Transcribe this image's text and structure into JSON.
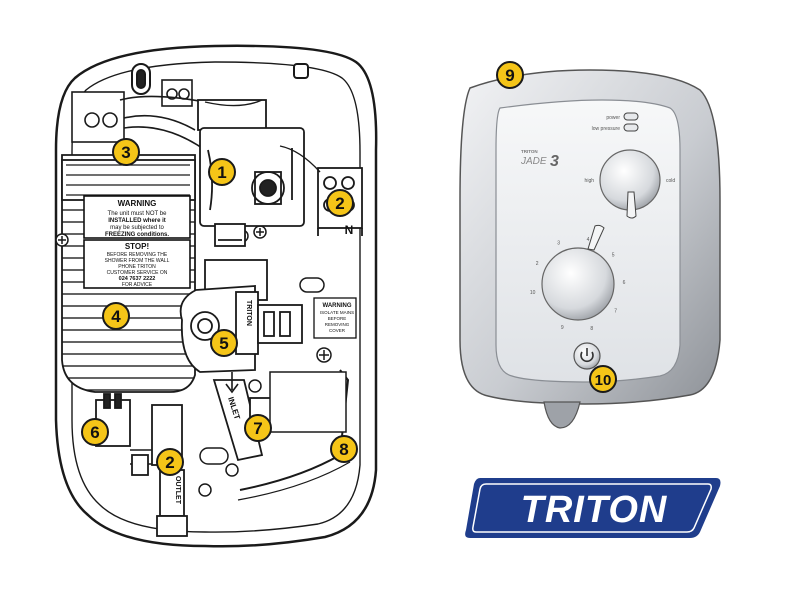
{
  "brand": {
    "logo_text": "TRITON",
    "logo_color": "#1f3d8c"
  },
  "callout_color": "#f5c518",
  "callouts": [
    {
      "number": "1",
      "part": "internal"
    },
    {
      "number": "2",
      "part": "internal"
    },
    {
      "number": "3",
      "part": "internal"
    },
    {
      "number": "4",
      "part": "internal"
    },
    {
      "number": "5",
      "part": "internal"
    },
    {
      "number": "6",
      "part": "internal"
    },
    {
      "number": "2",
      "part": "internal"
    },
    {
      "number": "7",
      "part": "internal"
    },
    {
      "number": "8",
      "part": "internal"
    },
    {
      "number": "9",
      "part": "front"
    },
    {
      "number": "10",
      "part": "front"
    }
  ],
  "internal": {
    "terminal_label": "N",
    "warning_title": "WARNING",
    "warning_lines": [
      "The unit must NOT be",
      "INSTALLED where it",
      "may be subjected to",
      "FREEZING conditions."
    ],
    "stop_title": "STOP!",
    "stop_lines": [
      "BEFORE REMOVING THE",
      "SHOWER FROM THE WALL",
      "PHONE TRITON",
      "CUSTOMER SERVICE ON",
      "024 7637 2222",
      "FOR ADVICE"
    ],
    "inlet_label": "INLET",
    "outlet_label": "OUTLET",
    "triton_plate": "TRITON",
    "small_warning_title": "WARNING",
    "small_warning_lines": [
      "ISOLATE MAINS",
      "BEFORE",
      "REMOVING",
      "COVER"
    ]
  },
  "front": {
    "model_brand": "TRITON",
    "model_name": "JADE",
    "model_number": "3",
    "indicator_power": "power",
    "indicator_low_pressure": "low pressure",
    "power_knob_high": "high",
    "power_knob_cold": "cold",
    "temp_scale": [
      "10",
      "2",
      "3",
      "4",
      "5",
      "6",
      "7",
      "8",
      "9"
    ]
  }
}
